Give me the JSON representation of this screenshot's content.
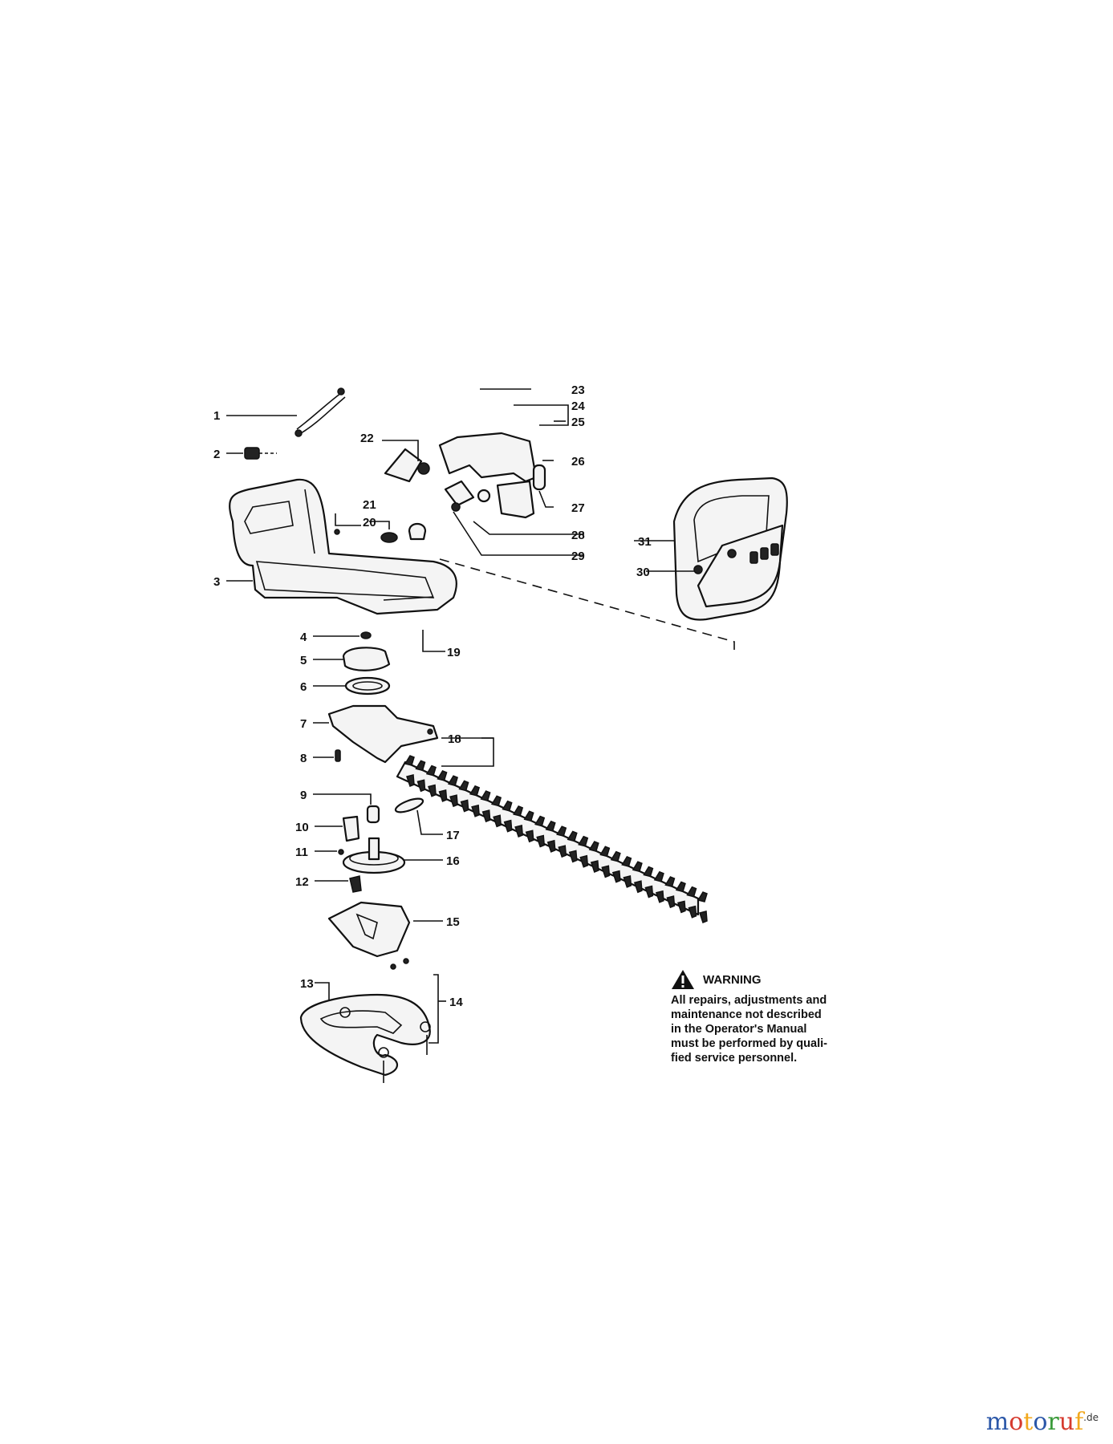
{
  "diagram": {
    "callouts": [
      "1",
      "2",
      "3",
      "4",
      "5",
      "6",
      "7",
      "8",
      "9",
      "10",
      "11",
      "12",
      "13",
      "14",
      "15",
      "16",
      "17",
      "18",
      "19",
      "20",
      "21",
      "22",
      "23",
      "24",
      "25",
      "26",
      "27",
      "28",
      "29",
      "30",
      "31"
    ]
  },
  "warning": {
    "heading": "WARNING",
    "text": "All repairs, adjustments and\nmaintenance not described\nin the Operator's Manual\nmust be performed by quali-\nfied service personnel."
  },
  "watermark": {
    "letters": [
      "m",
      "o",
      "t",
      "o",
      "r",
      "u",
      "f"
    ],
    "letter_colors": [
      "#2b57a8",
      "#d63b2f",
      "#f2a81d",
      "#2b57a8",
      "#3a9a3a",
      "#d63b2f",
      "#f2a81d"
    ],
    "suffix": ".de"
  }
}
